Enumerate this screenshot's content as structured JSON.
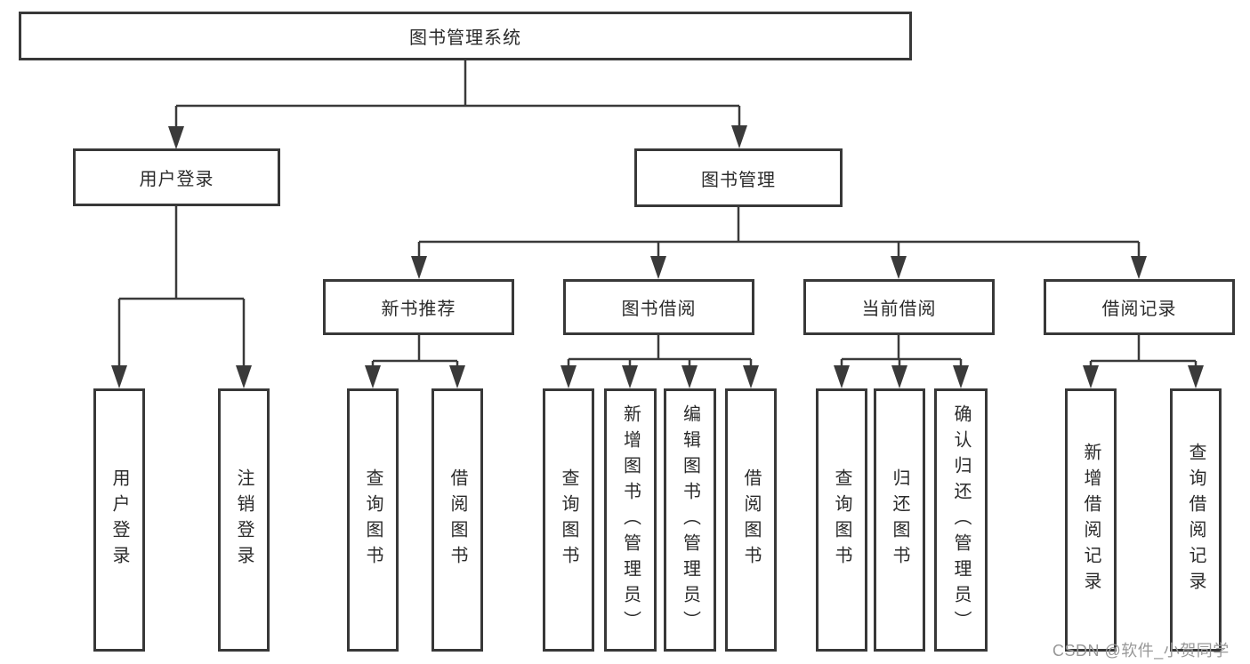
{
  "tree": {
    "root": "图书管理系统",
    "level2": [
      {
        "label": "用户登录",
        "children": [
          {
            "label": "用户登录"
          },
          {
            "label": "注销登录"
          }
        ]
      },
      {
        "label": "图书管理",
        "children": [
          {
            "label": "新书推荐",
            "children": [
              {
                "label": "查询图书"
              },
              {
                "label": "借阅图书"
              }
            ]
          },
          {
            "label": "图书借阅",
            "children": [
              {
                "label": "查询图书"
              },
              {
                "label": "新增图书（管理员）"
              },
              {
                "label": "编辑图书（管理员）"
              },
              {
                "label": "借阅图书"
              }
            ]
          },
          {
            "label": "当前借阅",
            "children": [
              {
                "label": "查询图书"
              },
              {
                "label": "归还图书"
              },
              {
                "label": "确认归还（管理员）"
              }
            ]
          },
          {
            "label": "借阅记录",
            "children": [
              {
                "label": "新增借阅记录"
              },
              {
                "label": "查询借阅记录"
              }
            ]
          }
        ]
      }
    ],
    "colors": {
      "line": "#3a3a3a",
      "border": "#383838",
      "text": "#2b2b2b",
      "watermark": "#989898"
    },
    "watermark": "CSDN @软件_小贺同学"
  }
}
